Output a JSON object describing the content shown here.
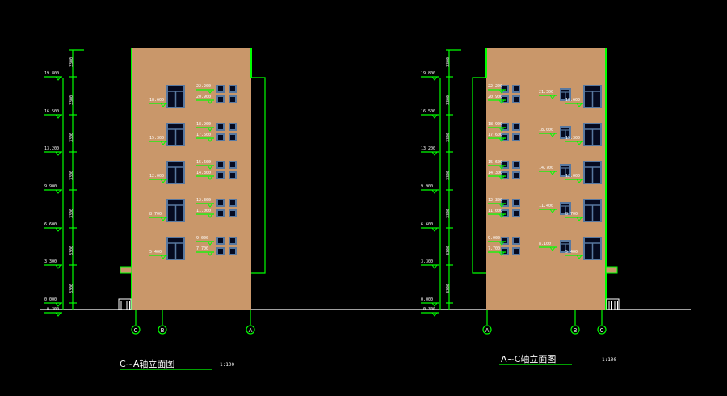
{
  "drawings": [
    {
      "title": "C~A轴立面图",
      "scale": "1:100",
      "axes": [
        "C",
        "B",
        "A"
      ],
      "levels": [
        "19.800",
        "16.500",
        "13.200",
        "9.900",
        "6.600",
        "3.300",
        "0.000"
      ],
      "ground_level": "-0.300",
      "dims": [
        "3300",
        "3300",
        "3300",
        "3300",
        "3300",
        "3300",
        "3300"
      ],
      "floors": [
        {
          "sill": "18.600",
          "upper": "22.200",
          "lower": "20.900"
        },
        {
          "sill": "15.300",
          "upper": "18.900",
          "lower": "17.600"
        },
        {
          "sill": "12.000",
          "upper": "15.600",
          "lower": "14.300"
        },
        {
          "sill": "8.700",
          "upper": "12.300",
          "lower": "11.000"
        },
        {
          "sill": "5.400",
          "upper": "9.000",
          "lower": "7.700"
        }
      ]
    },
    {
      "title": "A~C轴立面图",
      "scale": "1:100",
      "axes": [
        "A",
        "B",
        "C"
      ],
      "levels": [
        "19.800",
        "16.500",
        "13.200",
        "9.900",
        "6.600",
        "3.300",
        "0.000"
      ],
      "ground_level": "-0.300",
      "dims": [
        "3300",
        "3300",
        "3300",
        "3300",
        "3300",
        "3300",
        "3300"
      ],
      "floors": [
        {
          "upper": "22.200",
          "lower": "20.900",
          "mid": "21.300",
          "sill": "18.600"
        },
        {
          "upper": "18.900",
          "lower": "17.600",
          "mid": "18.000",
          "sill": "15.300"
        },
        {
          "upper": "15.600",
          "lower": "14.300",
          "mid": "14.700",
          "sill": "12.000"
        },
        {
          "upper": "12.300",
          "lower": "11.000",
          "mid": "11.400",
          "sill": "8.700"
        },
        {
          "upper": "9.000",
          "lower": "7.700",
          "mid": "8.100",
          "sill": "5.400"
        }
      ]
    }
  ],
  "colors": {
    "facade": "#c9976a",
    "line": "#00ff00",
    "window": "#5878a0",
    "text": "#ffffff"
  }
}
